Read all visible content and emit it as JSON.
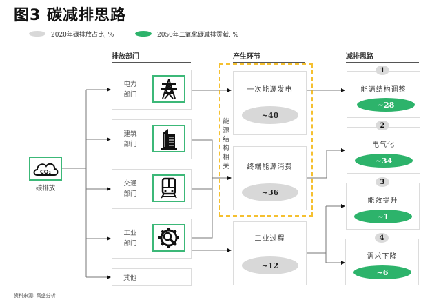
{
  "title": "图3  碳减排思路",
  "legend": {
    "items": [
      {
        "label": "2020年碳排放占比, %",
        "color": "#d8d8d8"
      },
      {
        "label": "2050年二氧化碳减排贡献, %",
        "color": "#2db36b"
      }
    ]
  },
  "source": {
    "label": "资料来源: 高盛分析"
  },
  "origin": {
    "icon": "co2-cloud-icon",
    "icon_text": "CO₂",
    "label": "碳排放"
  },
  "columns": {
    "sectors": "排放部门",
    "stages": "产生环节",
    "paths": "减排思路"
  },
  "sectors": [
    {
      "label_line1": "电力",
      "label_line2": "部门",
      "icon": "power-tower-icon"
    },
    {
      "label_line1": "建筑",
      "label_line2": "部门",
      "icon": "building-icon"
    },
    {
      "label_line1": "交通",
      "label_line2": "部门",
      "icon": "train-icon"
    },
    {
      "label_line1": "工业",
      "label_line2": "部门",
      "icon": "gear-wrench-icon"
    },
    {
      "label_line1": "其他",
      "label_line2": "",
      "icon": ""
    }
  ],
  "group_label": "能源结构相关",
  "stages": [
    {
      "label": "一次能源发电",
      "value": "~40"
    },
    {
      "label": "终端能源消费",
      "value": "~36"
    },
    {
      "label": "工业过程",
      "value": "~12"
    }
  ],
  "paths": [
    {
      "number": "1",
      "label": "能源结构调整",
      "value": "~28"
    },
    {
      "number": "2",
      "label": "电气化",
      "value": "~34"
    },
    {
      "number": "3",
      "label": "能效提升",
      "value": "~1"
    },
    {
      "number": "4",
      "label": "需求下降",
      "value": "~6"
    }
  ],
  "colors": {
    "green": "#2db36b",
    "icon_border": "#3cb878",
    "grey_oval": "#d8d8d8",
    "dashed": "#f5c030",
    "line": "#777777"
  }
}
